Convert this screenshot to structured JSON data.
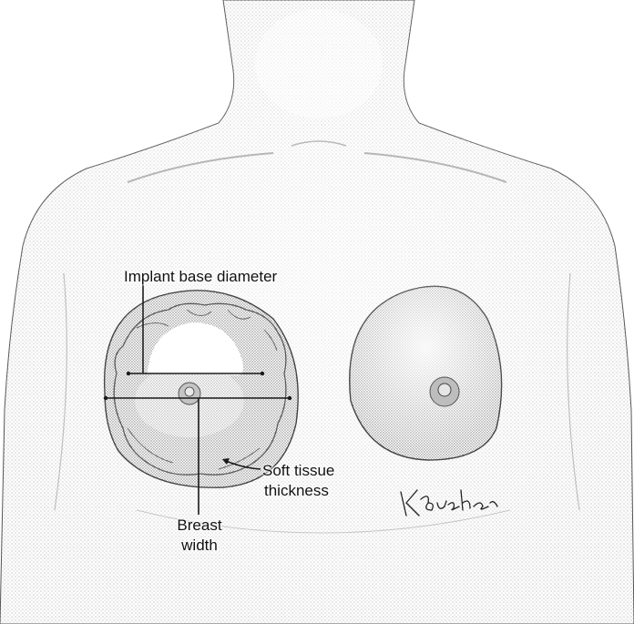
{
  "labels": {
    "implant_base_diameter": "Implant base diameter",
    "soft_tissue_thickness_line1": "Soft tissue",
    "soft_tissue_thickness_line2": "thickness",
    "breast_width_line1": "Breast",
    "breast_width_line2": "width"
  },
  "signature": "KBucher",
  "colors": {
    "background": "#ffffff",
    "skin_shade": "#9a9a9a",
    "line": "#1a1a1a",
    "implant": "#6f6f6f"
  }
}
